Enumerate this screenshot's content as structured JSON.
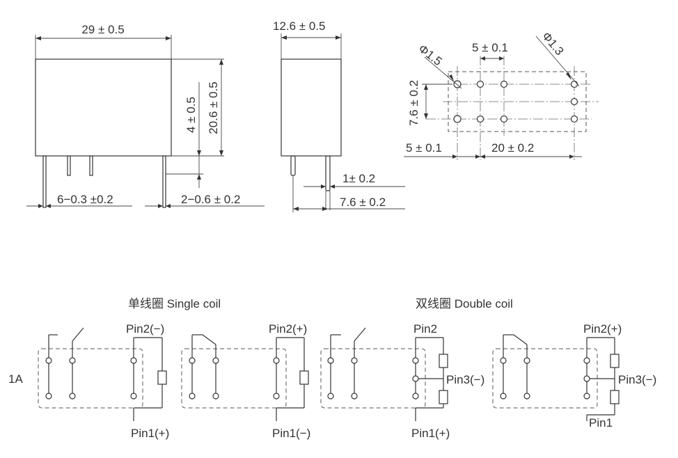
{
  "dims": {
    "length": "29 ± 0.5",
    "height": "20.6  ±  0.5",
    "pin_length": "4 ±  0.5",
    "pin_width_front": "6−0.3 ±0.2",
    "pin_width_side": "2−0.6  ± 0.2",
    "width": "12.6   ± 0.5",
    "pin_spacing_side": "1±  0.2",
    "pin_offset_side": "7.6  ± 0.2",
    "hole_large": "Φ1.5",
    "hole_small": "Φ1.3",
    "pitch_top": "5 ± 0.1",
    "row_spacing": "7.6 ± 0.2",
    "pitch_bottom_left": "5 ±  0.1",
    "pitch_bottom_right": "20  ± 0.2"
  },
  "schematics": {
    "single_coil_title": "单线圈 Single coil",
    "double_coil_title": "双线圈 Double coil",
    "form_label": "1A",
    "s1_top": "Pin2(−)",
    "s1_bottom": "Pin1(+)",
    "s2_top": "Pin2(+)",
    "s2_bottom": "Pin1(−)",
    "d1_top": "Pin2",
    "d1_mid": "Pin3(−)",
    "d1_bottom": "Pin1(+)",
    "d2_top": "Pin2(+)",
    "d2_mid": "Pin3(−)",
    "d2_bottom": "Pin1"
  }
}
